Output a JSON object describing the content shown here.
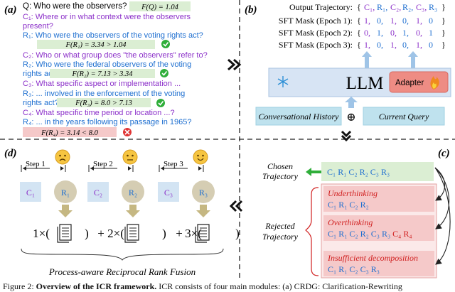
{
  "panel_a": {
    "label": "(a)",
    "q_line": "Q: Who were the observers?",
    "q_score": "F(Q) = 1.04",
    "c1_a": "C₁: Where or in what context were the observers",
    "c1_b": "present?",
    "r1": "R₁: Who were the observers of the voting rights act?",
    "r1_score": "F(R₁) = 3.34 > 1.04",
    "c2": "C₂: Who or what group does \"the observers\" refer to?",
    "r2_a": "R₂: Who were the federal observers of the voting",
    "r2_b": "rights act?",
    "r2_score": "F(R₂) = 7.13 > 3.34",
    "c3": "C₃: What specific aspect or implementation ...",
    "r3_a": "R₃: ... involved in the enforcement of the voting",
    "r3_b": "rights act?",
    "r3_score": "F(R₃) = 8.0 > 7.13",
    "c4": "C₄: What specific time period or location ...?",
    "r4": "R₄: ... in the years following its passage in 1965?",
    "r4_score": "F(R₄) = 3.14 < 8.0"
  },
  "panel_b": {
    "label": "(b)",
    "output_label": "Output Trajectory:",
    "output_tokens": [
      "{",
      "C₁,",
      "R₁,",
      "C₂,",
      "R₂,",
      "C₃,",
      "R₃",
      "}"
    ],
    "mask1_label": "SFT Mask (Epoch 1):",
    "mask1": [
      "{",
      "1,",
      "0,",
      "1,",
      "0,",
      "1,",
      "0",
      "}"
    ],
    "mask2_label": "SFT Mask (Epoch 2):",
    "mask2": [
      "{",
      "0,",
      "1,",
      "0,",
      "1,",
      "0,",
      "1",
      "}"
    ],
    "mask3_label": "SFT Mask (Epoch 3):",
    "mask3": [
      "{",
      "1,",
      "0,",
      "1,",
      "0,",
      "1,",
      "0",
      "}"
    ],
    "llm_label": "LLM",
    "adapter_label": "Adapter",
    "history_label": "Conversational History",
    "query_label": "Current Query",
    "plus_symbol": "⊕"
  },
  "panel_c": {
    "label": "(c)",
    "chosen_label_1": "Chosen",
    "chosen_label_2": "Trajectory",
    "chosen_seq": "C₁ R₁ C₂ R₂ C₃ R₃",
    "rejected_label_1": "Rejected",
    "rejected_label_2": "Trajectory",
    "under_title": "Underthinking",
    "under_seq": "C₁ R₁ C₂ R₂",
    "over_title": "Overthinking",
    "over_seq_main": "C₁ R₁ C₂ R₂ C₃ R₃",
    "over_seq_extra": "C₄ R₄",
    "insuf_title": "Insufficient decomposition",
    "insuf_seq": "C₁ R₁ C₂ C₃ R₃"
  },
  "panel_d": {
    "label": "(d)",
    "steps": [
      {
        "label": "Step 1",
        "c": "C₁",
        "r": "R₁",
        "weight": "1×(",
        "face": "sad"
      },
      {
        "label": "Step 2",
        "c": "C₂",
        "r": "R₂",
        "weight": "2×(",
        "face": "neutral"
      },
      {
        "label": "Step 3",
        "c": "C₃",
        "r": "R₃",
        "weight": "3×(",
        "face": "happy"
      }
    ],
    "plus": "+",
    "close_paren": ")",
    "title": "Process-aware Reciprocal Rank Fusion"
  },
  "caption": {
    "prefix": "Figure 2: ",
    "bold": "Overview of the ICR framework.",
    "rest": " ICR consists of four main modules: (a) CRDG: Clarification-Rewriting"
  },
  "colors": {
    "purple": "#8b2fc9",
    "blue": "#1e6fd0",
    "green_bg": "#dbeed3",
    "red_bg": "#f5c9c9",
    "red_text": "#d01f1f",
    "cyan_box": "#bfe2ee",
    "llm_box": "#d7e4f4",
    "adapter": "#ee8c84",
    "gold": "#c5b782",
    "lightblue_box": "#d3e4f3",
    "arrow_blue": "#9fc4e7"
  }
}
